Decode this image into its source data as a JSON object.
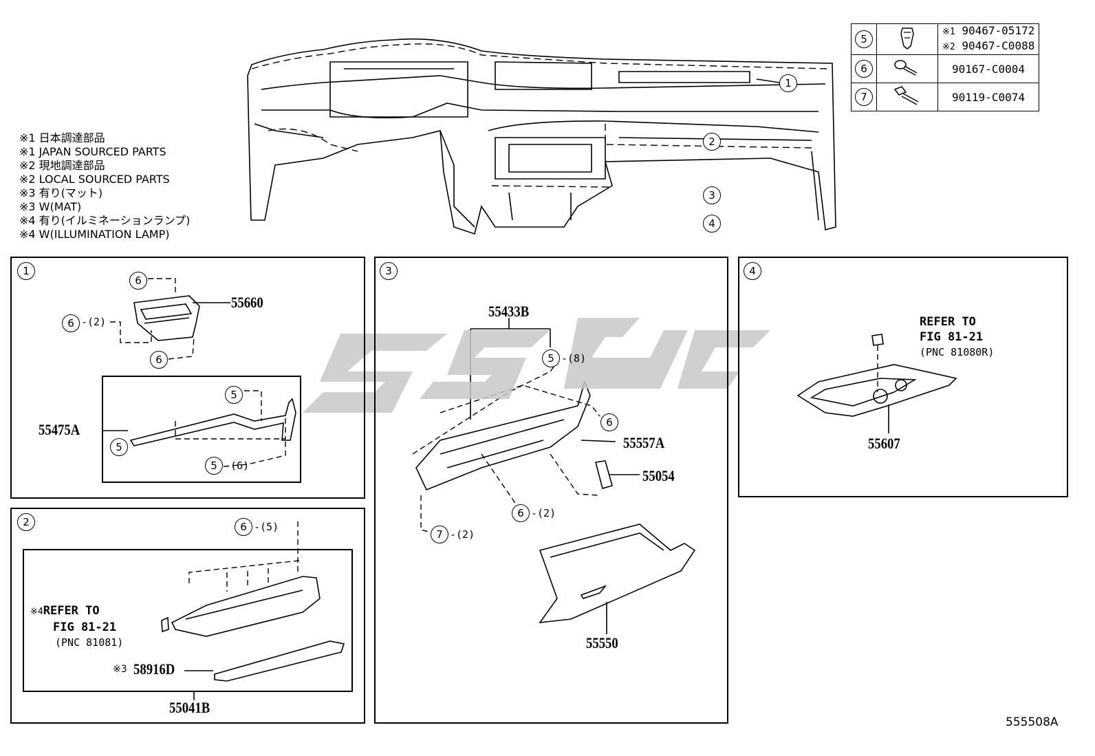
{
  "fastener_table": [
    {
      "ref": "5",
      "icon": "clip-icon",
      "lines": [
        {
          "mark": "※1",
          "part": "90467-05172"
        },
        {
          "mark": "※2",
          "part": "90467-C0088"
        }
      ]
    },
    {
      "ref": "6",
      "icon": "screw-icon",
      "lines": [
        {
          "mark": "",
          "part": "90167-C0004"
        }
      ]
    },
    {
      "ref": "7",
      "icon": "bolt-icon",
      "lines": [
        {
          "mark": "",
          "part": "90119-C0074"
        }
      ]
    }
  ],
  "notes": [
    "※1 日本調達部品",
    "※1 JAPAN SOURCED PARTS",
    "※2 現地調達部品",
    "※2 LOCAL SOURCED PARTS",
    "※3 有り(マット)",
    "※3 W(MAT)",
    "※4 有り(イルミネーションランプ)",
    "※4 W(ILLUMINATION LAMP)"
  ],
  "overview": {
    "callouts": [
      "1",
      "2",
      "3",
      "4"
    ]
  },
  "panel1": {
    "id": "1",
    "parts": {
      "p55660": "55660",
      "p55475A": "55475A"
    },
    "refs": {
      "six_a": "6",
      "six_b": "6",
      "six_c": "6",
      "qty_six_b": "-(2)",
      "five_a": "5",
      "five_b": "5",
      "five_c": "5",
      "qty_five_c": "-(6)"
    }
  },
  "panel2": {
    "id": "2",
    "parts": {
      "p55041B": "55041B",
      "p58916D": "58916D",
      "p58916D_mark": "※3"
    },
    "refs": {
      "six": "6",
      "qty_six": "-(5)"
    },
    "refer": {
      "mark": "※4",
      "line1": "REFER TO",
      "line2": "FIG 81-21",
      "line3": "(PNC 81081)"
    }
  },
  "panel3": {
    "id": "3",
    "parts": {
      "p55433B": "55433B",
      "p55557A": "55557A",
      "p55054": "55054",
      "p55550": "55550"
    },
    "refs": {
      "five": "5",
      "qty_five": "-(8)",
      "six_a": "6",
      "six_b": "6",
      "qty_six_b": "-(2)",
      "seven": "7",
      "qty_seven": "-(2)"
    }
  },
  "panel4": {
    "id": "4",
    "parts": {
      "p55607": "55607"
    },
    "refer": {
      "line1": "REFER TO",
      "line2": "FIG 81-21",
      "line3": "(PNC 81080R)"
    }
  },
  "watermark": "ssbc",
  "figure_id": "555508A"
}
